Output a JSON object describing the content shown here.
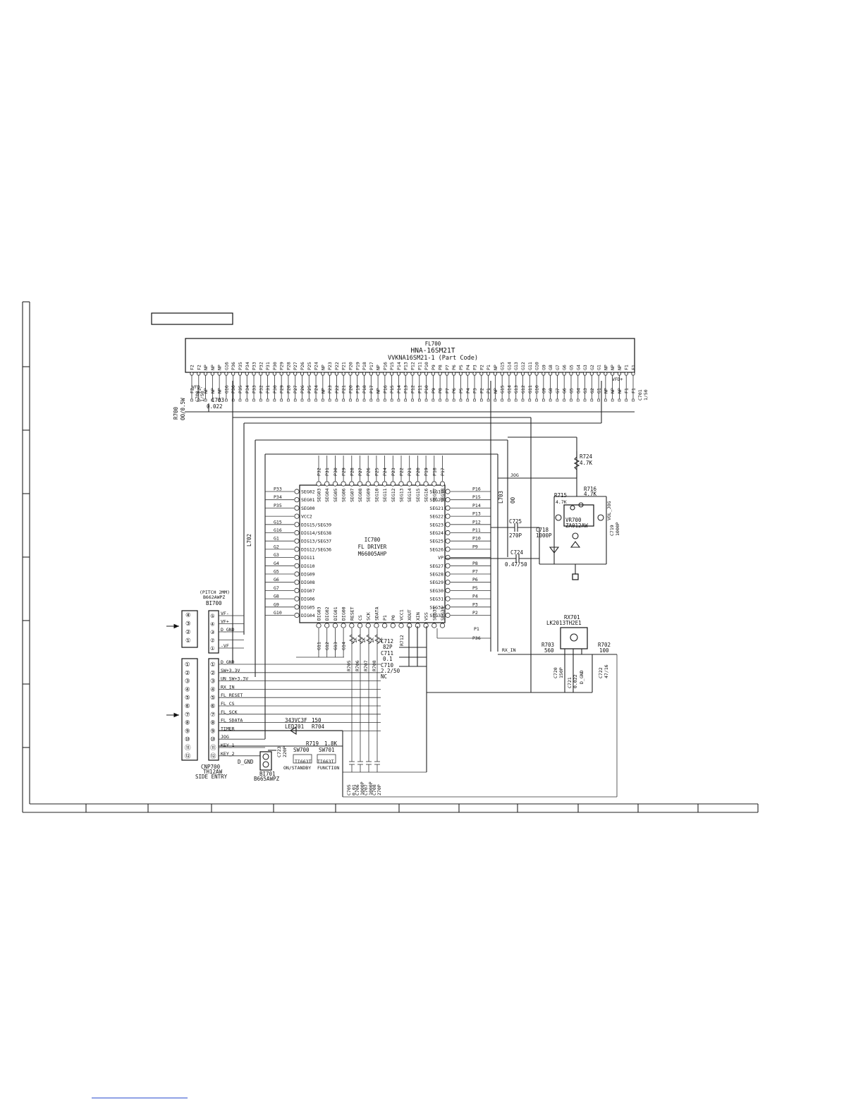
{
  "fl_tube": {
    "ref": "FL700",
    "model": "HNA-16SM21T",
    "part_code": "VVKNA16SM21-1 (Part Code)",
    "pins": [
      "F2",
      "F2",
      "NP",
      "NP",
      "NP",
      "G16",
      "P36",
      "P35",
      "P34",
      "P33",
      "P32",
      "P31",
      "P30",
      "P29",
      "P28",
      "P27",
      "P26",
      "P25",
      "P24",
      "NP",
      "P23",
      "P22",
      "P21",
      "P20",
      "P19",
      "P18",
      "P17",
      "NP",
      "P16",
      "P15",
      "P14",
      "P13",
      "P12",
      "P11",
      "P10",
      "P9",
      "P8",
      "P7",
      "P6",
      "P5",
      "P4",
      "P3",
      "P2",
      "P1",
      "NP",
      "G15",
      "G14",
      "G13",
      "G12",
      "G11",
      "G10",
      "G9",
      "G8",
      "G7",
      "G6",
      "G5",
      "G4",
      "G3",
      "G2",
      "G1",
      "NP",
      "NP",
      "NP",
      "F1",
      "F1"
    ]
  },
  "ic": {
    "ref": "IC700",
    "function": "FL DRIVER",
    "part": "M66005AHP",
    "top_pins": [
      "SEG03",
      "SEG04",
      "SEG05",
      "SEG06",
      "SEG07",
      "SEG08",
      "SEG09",
      "SEG10",
      "SEG11",
      "SEG12",
      "SEG13",
      "SEG14",
      "SEG15",
      "SEG16",
      "SEG17",
      "SEG18"
    ],
    "top_nets": [
      "P32",
      "P31",
      "P30",
      "P29",
      "P28",
      "P27",
      "P26",
      "P25",
      "P24",
      "P23",
      "P22",
      "P21",
      "P20",
      "P19",
      "P18",
      "P17"
    ],
    "left_pins": [
      "SEG02",
      "SEG01",
      "SEG00",
      "VCC2",
      "DIG15/SEG39",
      "DIG14/SEG38",
      "DIG13/SEG37",
      "DIG12/SEG36",
      "DIG11",
      "DIG10",
      "DIG09",
      "DIG08",
      "DIG07",
      "DIG06",
      "DIG05",
      "DIG04"
    ],
    "left_nets": [
      "P33",
      "P34",
      "P35",
      "",
      "G15",
      "G16",
      "G1",
      "G2",
      "G3",
      "G4",
      "G5",
      "G6",
      "G7",
      "G8",
      "G9",
      "G10"
    ],
    "right_pins": [
      "SEG19",
      "SEG20",
      "SEG21",
      "SEG22",
      "SEG23",
      "SEG24",
      "SEG25",
      "SEG26",
      "VP",
      "SEG27",
      "SEG28",
      "SEG29",
      "SEG30",
      "SEG31",
      "SEG32",
      "SEG33"
    ],
    "right_nets": [
      "P16",
      "P15",
      "P14",
      "P13",
      "P12",
      "P11",
      "P10",
      "P9",
      "",
      "P8",
      "P7",
      "P6",
      "P5",
      "P4",
      "P3",
      "P2"
    ],
    "bottom_pins": [
      "DIG03",
      "DIG02",
      "DIG01",
      "DIG00",
      "RESET",
      "CS",
      "SCK",
      "SDATA",
      "P1",
      "P0",
      "VCC1",
      "XOUT",
      "XIN",
      "VSS",
      "SEG35",
      "SEG34"
    ],
    "bottom_nets": [
      "G11",
      "G12",
      "G13",
      "G14"
    ]
  },
  "parts": {
    "r724": "R724",
    "r724_val": "4.7K",
    "r716": "R716",
    "r716_val": "4.7K",
    "r715": "R715",
    "r715_val": "4.7K",
    "vr700": "VR700",
    "vr700_part": "ZA012AW",
    "vol_jog": "VOL_JOG",
    "c718": "C718",
    "c718_val": "1000P",
    "c719": "C719",
    "c719_val": "1000P",
    "c725": "C725",
    "c725_val": "270P",
    "c724": "C724",
    "c724_val": "0.47/50",
    "l703": "L703",
    "l703_val": "OO",
    "jog": "JOG",
    "l702": "L702",
    "c703": "C703",
    "c703_val": "0.022",
    "r700": "R700",
    "r700_val": "OO/0.5W",
    "c700": "C700",
    "c700_val": "1/50",
    "vfd_minus": "VFD-",
    "vfd_plus": "VFD+",
    "c701": "C701",
    "c701_val": "1/50",
    "rx701": "RX701",
    "rx701_part": "LK2013TH2E1",
    "r703": "R703",
    "r703_val": "560",
    "r702": "R702",
    "r702_val": "100",
    "c720": "C720",
    "c720_val": "150P",
    "c721": "C721",
    "c721_val": "0.022",
    "c722": "C722",
    "c722_val": "47/16",
    "d_gnd": "D_GND",
    "rx_in": "RX_IN",
    "c712": "C712",
    "c712_val": "82P",
    "c711": "C711",
    "c711_val": "0.1",
    "c710": "C710",
    "c710_val": "2.2/50",
    "nc": "NC",
    "r712": "R712",
    "r705": "R705",
    "r706": "R706",
    "r707": "R707",
    "r708": "R708",
    "r_1k": "1K",
    "c705": "C705",
    "c705_val": "0.01",
    "c706": "C706",
    "c706_val": "1000P",
    "c707": "C707",
    "c707_val": "1000P",
    "c708": "C708",
    "c708_val": "270P",
    "led701": "LED701",
    "led701_part": "343VC3F",
    "r704": "R704",
    "r704_val": "150",
    "r719": "R719",
    "r719_val": "1.8K",
    "sw700": "SW700",
    "sw700_part": "TI663T",
    "sw700_func": "ON/STANDBY",
    "sw701": "SW701",
    "sw701_part": "TI663T",
    "sw701_func": "FUNCTION",
    "c723": "C723",
    "c723_val": "220P"
  },
  "bi700": {
    "pitch": "(PITCH 2MM)",
    "part": "B662AWPZ",
    "ref": "BI700",
    "nets": [
      "VF-",
      "VF+",
      "D_GND",
      "",
      "-VF"
    ]
  },
  "cnp700": {
    "ref": "CNP700",
    "part": "TH12AW",
    "entry": "SIDE ENTRY",
    "nets": [
      "D_GND",
      "SW+3.3V",
      "UN_SW+3.3V",
      "RX_IN",
      "FL_RESET",
      "FL_CS",
      "FL_SCK",
      "FL_SDATA",
      "TIMER",
      "JOG",
      "KEY_1",
      "KEY_2"
    ]
  },
  "bi701": {
    "ref": "BI701",
    "part": "B665AWPZ",
    "gnd": "D_GND"
  }
}
